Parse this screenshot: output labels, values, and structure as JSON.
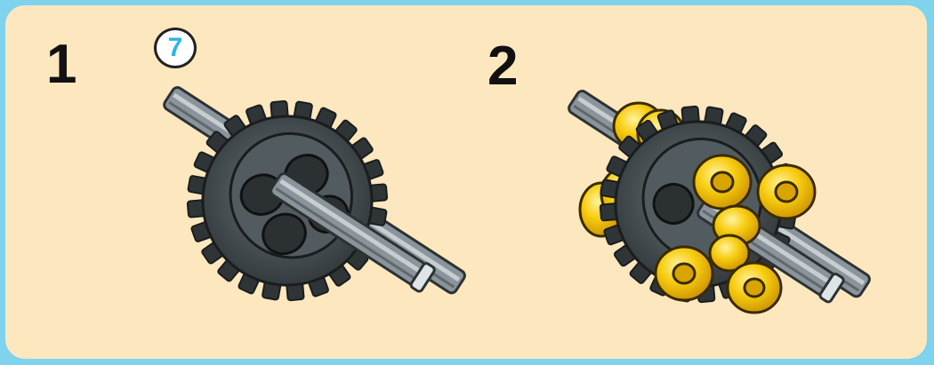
{
  "steps": [
    {
      "number": "1",
      "quantity": "7"
    },
    {
      "number": "2"
    }
  ],
  "colors": {
    "background": "#7fd3ec",
    "panel": "#fde7bf",
    "gear": "#4b5457",
    "axle": "#8a949a",
    "bushing": "#f5c400",
    "quantity_text": "#2bb6e6"
  }
}
